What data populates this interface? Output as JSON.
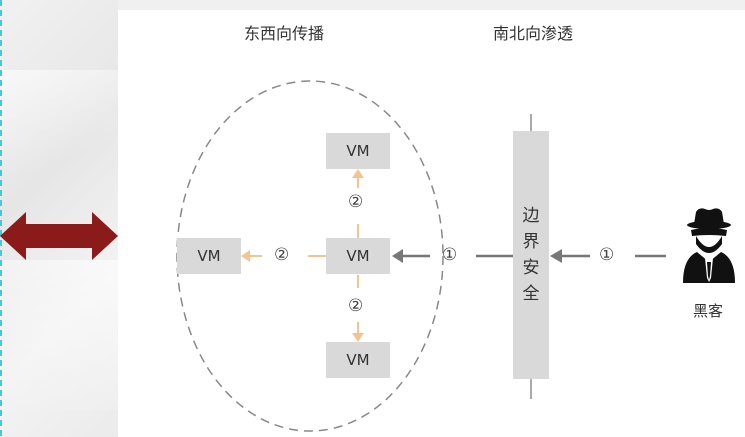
{
  "diagram": {
    "east_west_title": "东西向传播",
    "north_south_title": "南北向渗透",
    "vm_label": "VM",
    "step_one": "①",
    "step_two": "②",
    "border_security_chars": [
      "边",
      "界",
      "安",
      "全"
    ],
    "hacker_label": "黑客",
    "hacker_icon": "hacker-icon",
    "double_arrow_icon": "double-arrow-icon"
  },
  "colors": {
    "dark_red": "#8b1a1a",
    "orange_arrow": "#f3c58d",
    "gray_arrow": "#777777",
    "box_gray": "#d9d9d9"
  }
}
